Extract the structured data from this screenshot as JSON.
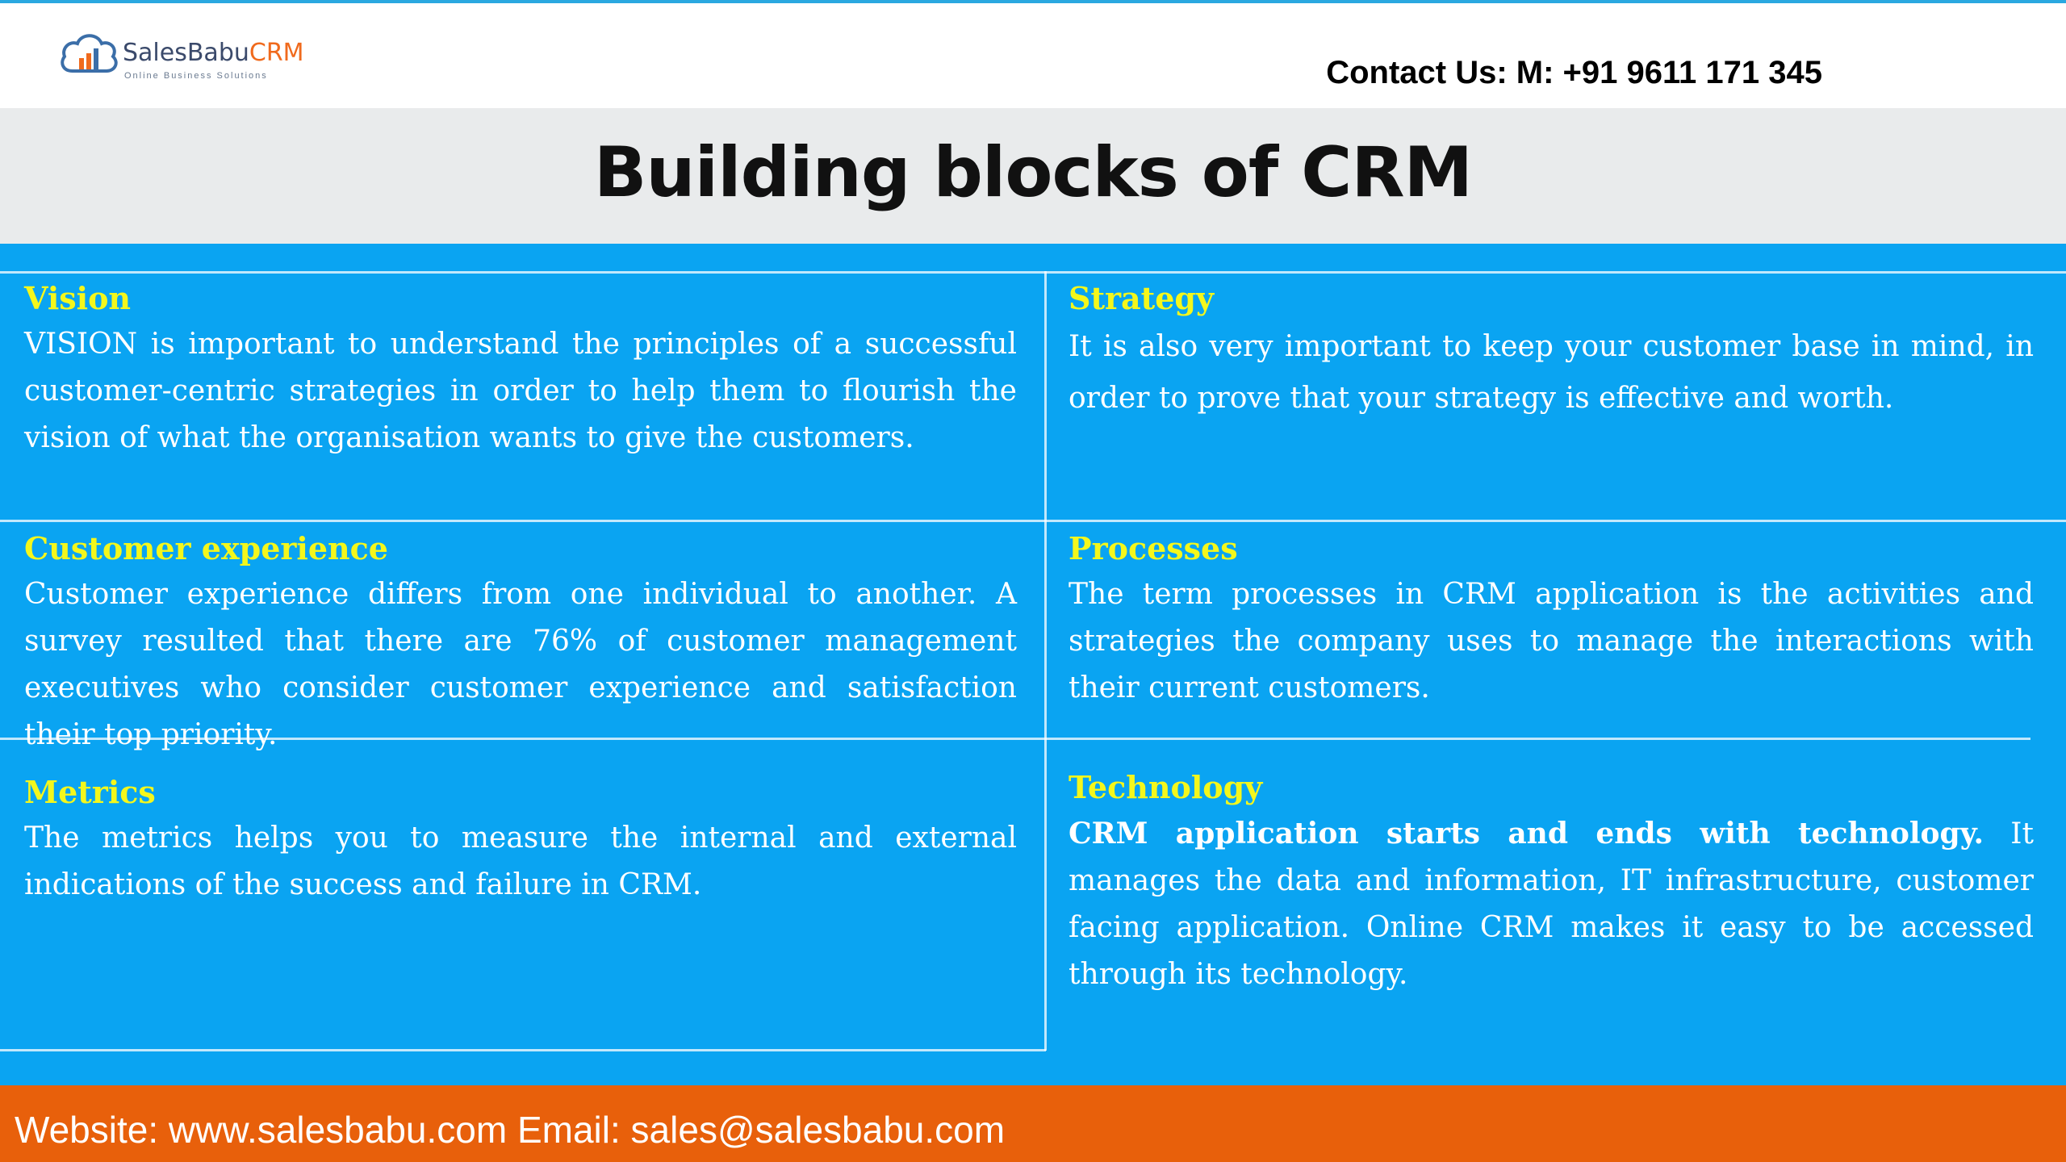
{
  "header": {
    "logo": {
      "name_part1": "SalesBabu",
      "name_part2": "CRM",
      "tagline": "Online Business Solutions"
    },
    "contact": "Contact Us: M: +91 9611 171 345"
  },
  "title": "Building blocks of CRM",
  "blocks": {
    "vision": {
      "heading": "Vision",
      "text": "VISION is important to understand the principles of a successful customer-centric strategies in order to help them to flourish the vision of what the organisation wants to give the customers."
    },
    "strategy": {
      "heading": "Strategy",
      "text": "It is also very important to keep your customer base in mind, in order to prove that your strategy is effective and worth."
    },
    "customer_experience": {
      "heading": "Customer experience",
      "text": "Customer experience differs from one individual to another. A survey resulted that there are 76% of customer management executives who consider customer experience and satisfaction their top priority."
    },
    "processes": {
      "heading": "Processes",
      "text": "The term processes in CRM application is the activities and strategies the company uses to manage the interactions with their current customers."
    },
    "metrics": {
      "heading": "Metrics",
      "text": "The metrics helps you to measure the internal and external indications of the success and failure in CRM."
    },
    "technology": {
      "heading": "Technology",
      "text_bold": "CRM application starts and ends with technology.",
      "text": " It manages the data and information, IT infrastructure, customer facing application. Online CRM makes it easy to be accessed through its technology."
    }
  },
  "footer": {
    "text": "Website: www.salesbabu.com Email: sales@salesbabu.com"
  },
  "colors": {
    "panel": "#0aa4f2",
    "heading": "#f4f71c",
    "footer": "#e8600b",
    "titlebar": "#e9ebec"
  }
}
